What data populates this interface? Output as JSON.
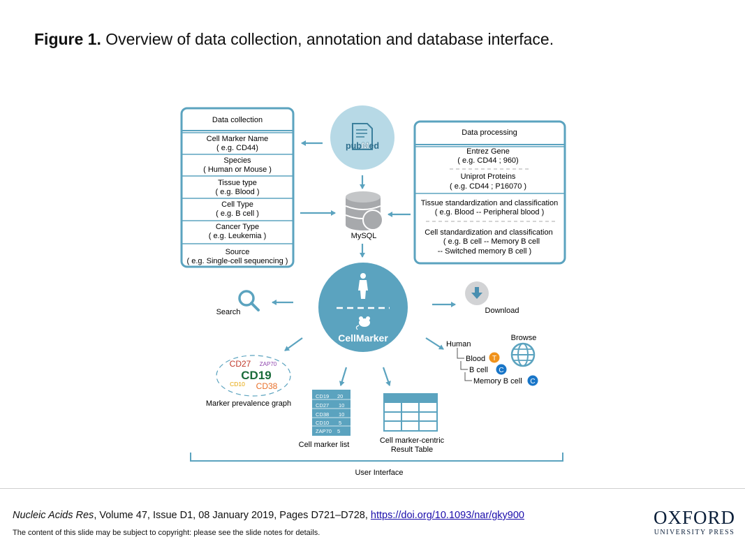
{
  "figure": {
    "label": "Figure 1.",
    "caption": "Overview of data collection, annotation and database interface."
  },
  "data_collection": {
    "header": "Data collection",
    "rows": [
      {
        "line1": "Cell Marker Name",
        "line2": "( e.g. CD44)"
      },
      {
        "line1": "Species",
        "line2": "( Human or Mouse )"
      },
      {
        "line1": "Tissue type",
        "line2": "( e.g. Blood )"
      },
      {
        "line1": "Cell Type",
        "line2": "( e.g. B cell )"
      },
      {
        "line1": "Cancer Type",
        "line2": "( e.g. Leukemia )"
      },
      {
        "line1": "Source",
        "line2": "( e.g. Single-cell sequencing )"
      }
    ]
  },
  "pubmed": {
    "label_pre": "pub",
    "label_m": "M",
    "label_post": "ed"
  },
  "mysql": {
    "label": "MySQL"
  },
  "data_processing": {
    "header": "Data processing",
    "entrez": {
      "line1": "Entrez Gene",
      "line2": "( e.g. CD44 ; 960)"
    },
    "uniprot": {
      "line1": "Uniprot Proteins",
      "line2": "( e.g. CD44 ; P16070 )"
    },
    "tissue": {
      "line1": "Tissue standardization and classification",
      "line2": "( e.g. Blood -- Peripheral blood )"
    },
    "cell": {
      "line1": "Cell standardization and classification",
      "line2": "( e.g. B cell -- Memory B cell",
      "line3": "-- Switched memory B cell )"
    }
  },
  "cellmarker": {
    "label": "CellMarker"
  },
  "search": {
    "label": "Search"
  },
  "download": {
    "label": "Download"
  },
  "browse": {
    "label": "Browse",
    "tree": {
      "root": "Human",
      "level1": "Blood",
      "level2": "B cell",
      "level3": "Memory B cell"
    },
    "badges": {
      "blood": "T",
      "bcell": "C",
      "memory": "C"
    }
  },
  "prevalence": {
    "words": {
      "cd27": "CD27",
      "zap70": "ZAP70",
      "cd19": "CD19",
      "cd10": "CD10",
      "cd38": "CD38"
    },
    "label": "Marker prevalence graph"
  },
  "marker_list": {
    "rows": [
      {
        "name": "CD19",
        "count": "20"
      },
      {
        "name": "CD27",
        "count": "10"
      },
      {
        "name": "CD38",
        "count": "10"
      },
      {
        "name": "CD10",
        "count": "5"
      },
      {
        "name": "ZAP70",
        "count": "5"
      }
    ],
    "label": "Cell marker list"
  },
  "result_table": {
    "label1": "Cell marker-centric",
    "label2": "Result Table"
  },
  "user_interface": {
    "label": "User Interface"
  },
  "footer": {
    "journal": "Nucleic Acids Res",
    "citation_rest": ", Volume 47, Issue D1, 08 January 2019, Pages D721–D728, ",
    "doi": "https://doi.org/10.1093/nar/gky900",
    "copyright": "The content of this slide may be subject to copyright: please see the slide notes for details.",
    "publisher_line1": "OXFORD",
    "publisher_line2": "UNIVERSITY PRESS"
  },
  "colors": {
    "accent": "#5ba3bf",
    "light_accent": "#b7d9e6",
    "orange": "#f0931c",
    "blue_badge": "#1976c8",
    "cd27": "#c0392b",
    "zap70": "#8e44ad",
    "cd19": "#1a6b3a",
    "cd10": "#e6a400",
    "cd38": "#e8702a"
  }
}
